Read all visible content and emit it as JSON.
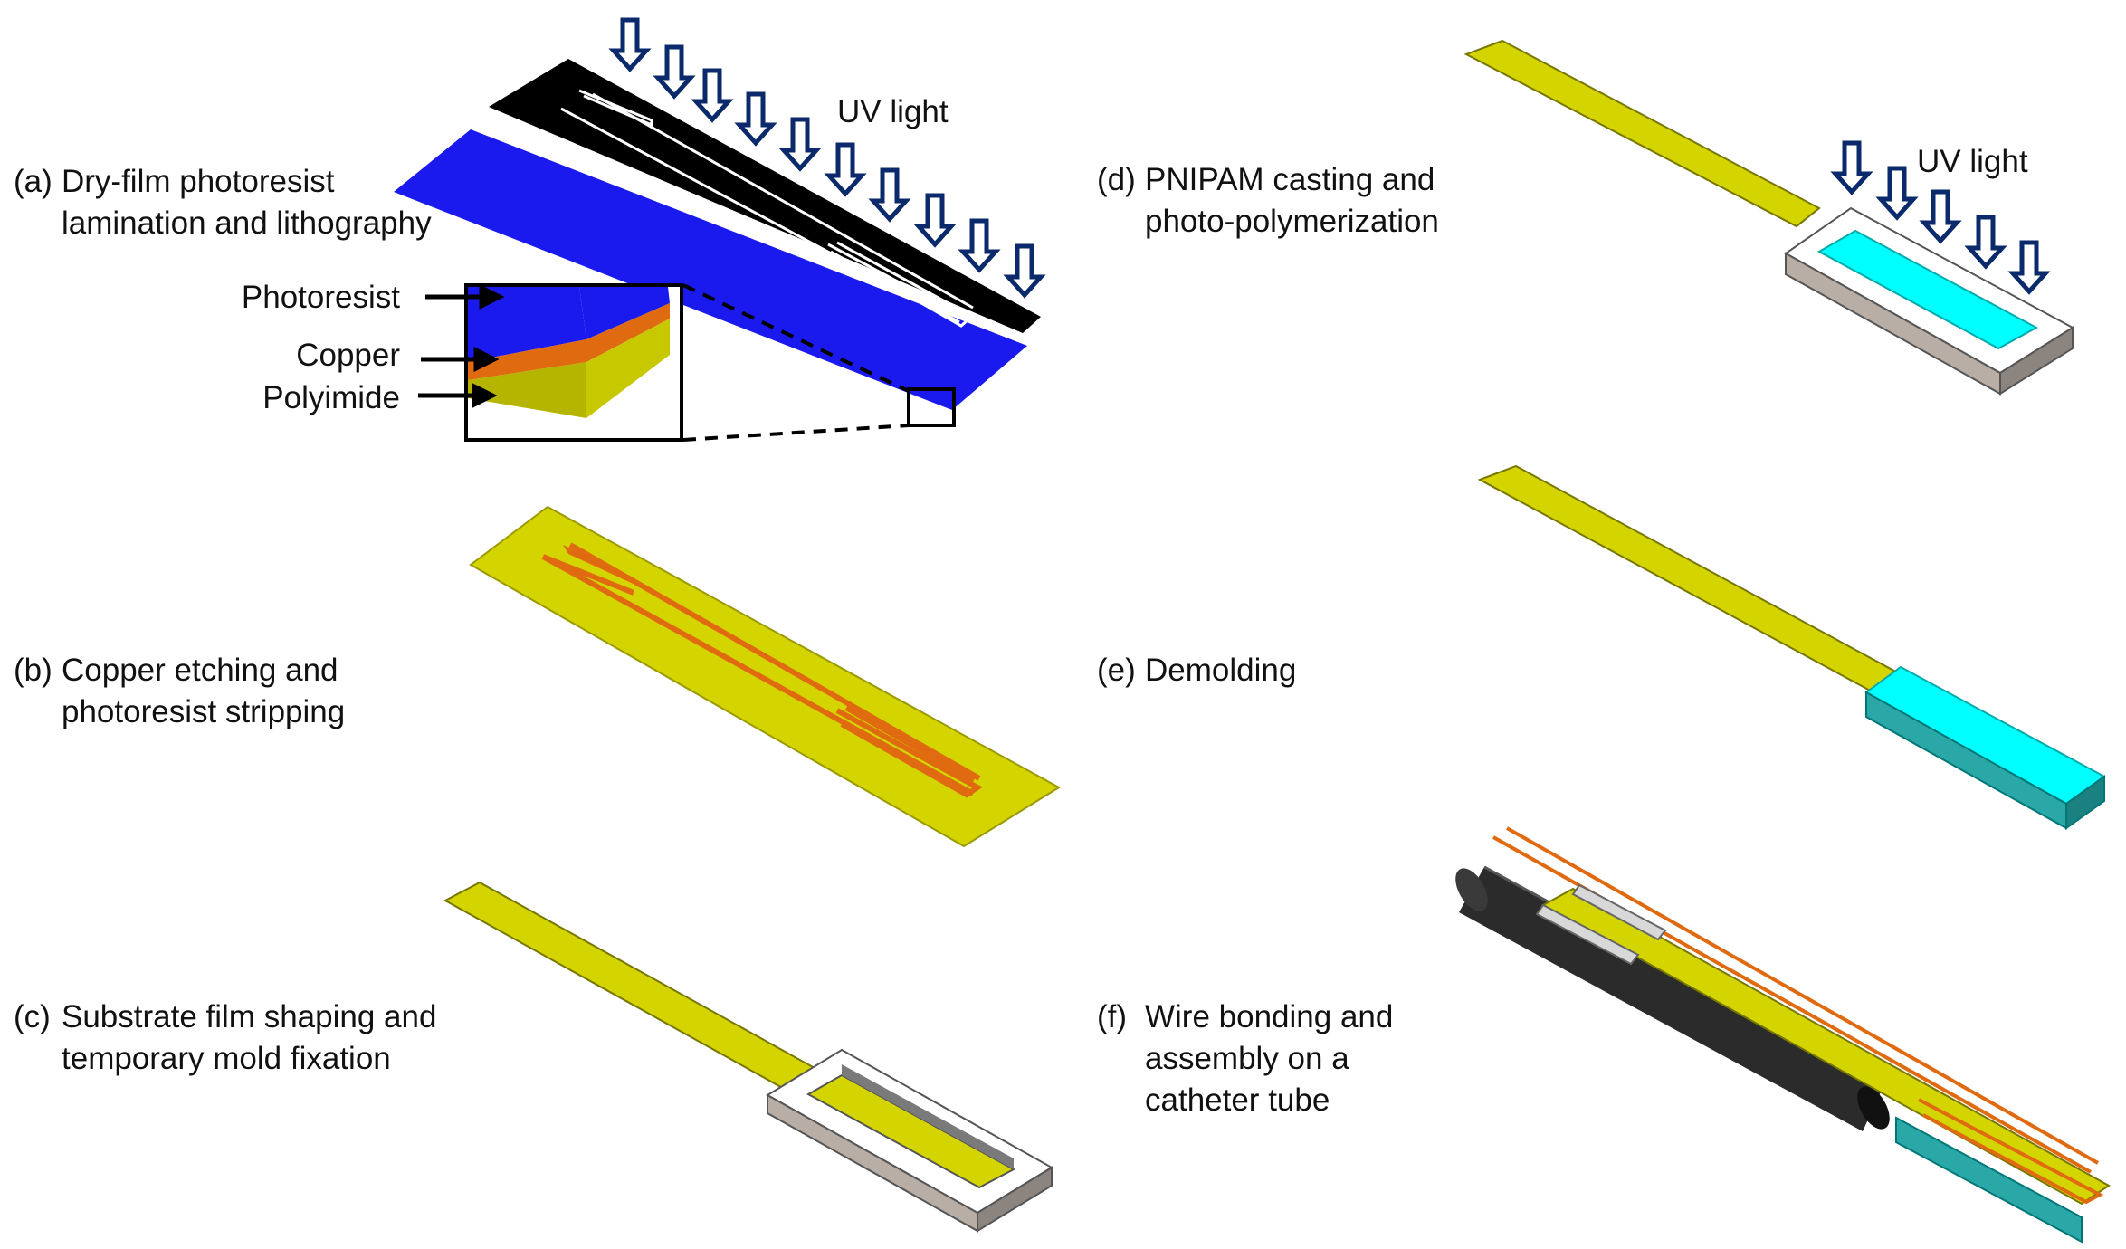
{
  "steps": {
    "a": {
      "tag": "(a)",
      "line1": "Dry-film photoresist",
      "line2": "lamination and lithography"
    },
    "b": {
      "tag": "(b)",
      "line1": "Copper etching and",
      "line2": "photoresist stripping"
    },
    "c": {
      "tag": "(c)",
      "line1": "Substrate film shaping and",
      "line2": "temporary mold fixation"
    },
    "d": {
      "tag": "(d)",
      "line1": "PNIPAM casting and",
      "line2": "photo-polymerization"
    },
    "e": {
      "tag": "(e)",
      "line1": "Demolding"
    },
    "f": {
      "tag": "(f)",
      "line1": "Wire bonding and",
      "line2": "assembly on a",
      "line3": "catheter tube"
    }
  },
  "layers": {
    "photoresist": "Photoresist",
    "copper": "Copper",
    "polyimide": "Polyimide"
  },
  "uv_label": "UV light",
  "colors": {
    "polyimide": "#d4d400",
    "copper": "#e06a10",
    "photoresist": "#1a1aee",
    "mask": "#000000",
    "pnipam": "#00ffff",
    "arrow": "#0b2a6b",
    "mold": "#c9bdb4",
    "tube": "#2b2b2b"
  }
}
